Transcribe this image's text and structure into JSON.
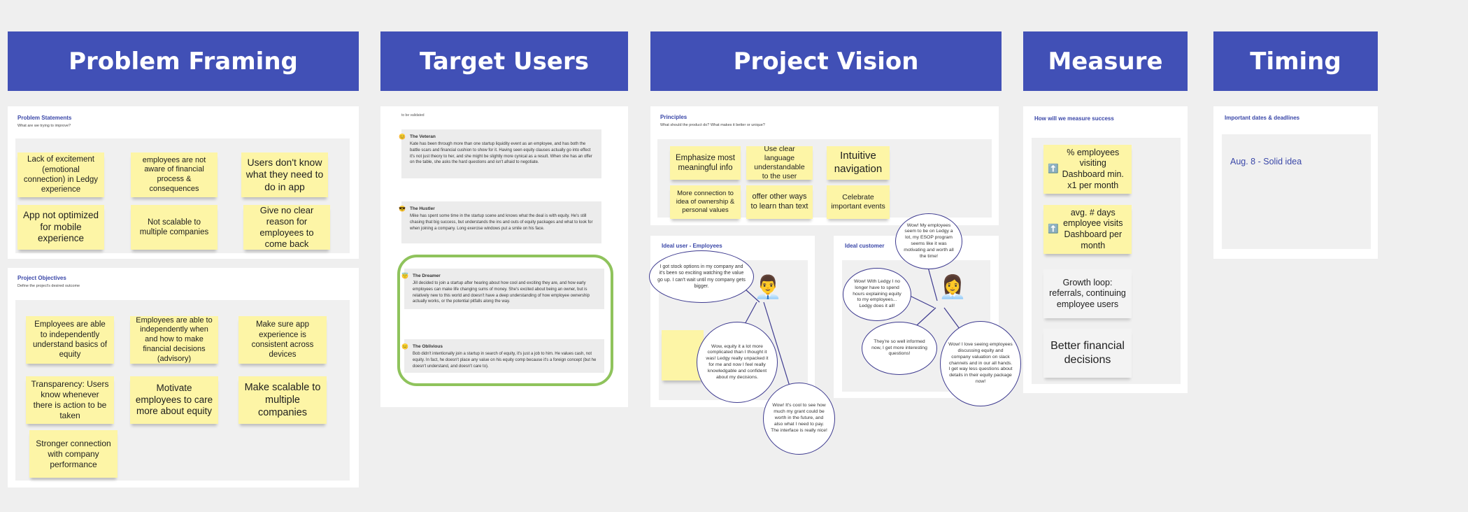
{
  "headers": {
    "problem_framing": "Problem Framing",
    "target_users": "Target Users",
    "project_vision": "Project Vision",
    "measure": "Measure",
    "timing": "Timing"
  },
  "problem_statements": {
    "title": "Problem Statements",
    "subtitle": "What are we trying to improve?",
    "notes": [
      "Lack of excitement (emotional connection) in Ledgy experience",
      "employees are not aware of financial process & consequences",
      "Users don't know what they need to do in app",
      "App not optimized for mobile experience",
      "Not scalable to multiple companies",
      "Give no clear reason for employees to come back"
    ]
  },
  "project_objectives": {
    "title": "Project Objectives",
    "subtitle": "Define the project's desired outcome",
    "notes": [
      "Employees are able to independently understand basics of equity",
      "Employees are able to independently when and how to make financial decisions (advisory)",
      "Make sure app experience is consistent across devices",
      "Transparency: Users know whenever there is action to be taken",
      "Motivate employees to care more about equity",
      "Make scalable to multiple companies",
      "Stronger connection with company performance"
    ]
  },
  "target_users": {
    "caption": "to be validated",
    "personas": [
      {
        "emoji": "😊",
        "name": "The Veteran",
        "text": "Kate has been through more than one startup liquidity event as an employee, and has both the battle scars and financial cushion to show for it. Having seen equity clauses actually go into effect it's not just theory to her, and she might be slightly more cynical as a result. When she has an offer on the table, she asks the hard questions and isn't afraid to negotiate."
      },
      {
        "emoji": "😎",
        "name": "The Hustler",
        "text": "Mike has spent some time in the startup scene and knows what the deal is with equity. He's still chasing that big success, but understands the ins and outs of equity packages and what to look for when joining a company. Long exercise windows put a smile on his face."
      },
      {
        "emoji": "😇",
        "name": "The Dreamer",
        "text": "Jill decided to join a startup after hearing about how cool and exciting they are, and how early employees can make life changing sums of money. She's excited about being an owner, but is relatively new to this world and doesn't have a deep understanding of how employee ownership actually works, or the potential pitfalls along the way."
      },
      {
        "emoji": "😐",
        "name": "The Oblivious",
        "text": "Bob didn't intentionally join a startup in search of equity, it's just a job to him. He values cash, not equity. In fact, he doesn't place any value on his equity comp because it's a foreign concept (but he doesn't understand, and doesn't care to)."
      }
    ]
  },
  "principles": {
    "title": "Principles",
    "subtitle": "What should the product do? What makes it better or unique?",
    "notes": [
      "Emphasize most meaningful info",
      "Use clear language understandable to the user",
      "Intuitive navigation",
      "More connection to idea of ownership & personal values",
      "offer other ways to learn than text",
      "Celebrate important events"
    ]
  },
  "ideal_user": {
    "title": "Ideal user - Employees",
    "avatar_icon": "man-avatar-emoji",
    "avatar": "👨‍💼",
    "bubbles": [
      "I got stock options in my company and it's been so exciting watching the value go up. I can't wait until my company gets bigger.",
      "Wow, equity it a lot more complicated than I thought it was! Ledgy really unpacked it for me and now I feel really knowledgable and confident about my decisions.",
      "Wow! It's cool to see how much my grant could be worth in the future, and also what I need to pay. The interface is really nice!"
    ]
  },
  "ideal_customer": {
    "title": "Ideal customer",
    "avatar_icon": "woman-avatar-emoji",
    "avatar": "👩‍💼",
    "bubbles": [
      "Wow! My employees seem to be on Ledgy a lot, my ESOP program seems like it was motivating and worth all the time!",
      "Wow! With Ledgy I no longer have to spend hours explaining equity to my employees... Ledgy does it all!",
      "They're so well informed now, I get more interesting questions!",
      "Wow! I love seeing employees discussing equity and company valuation on slack channels and in our all hands. I get way less questions about details in their equity package now!"
    ]
  },
  "measure": {
    "title": "How will we measure success",
    "notes": [
      {
        "icon": "⬆️",
        "text": "% employees visiting Dashboard min. x1 per month"
      },
      {
        "icon": "⬆️",
        "text": "avg. # days employee visits Dashboard per month"
      }
    ],
    "white_notes": [
      "Growth loop: referrals, continuing employee users",
      "Better financial decisions"
    ]
  },
  "timing": {
    "title": "Important dates & deadlines",
    "entry": "Aug. 8 - Solid idea"
  },
  "colors": {
    "header": "#4150b6",
    "sticky": "#fdf5a6",
    "highlight_ring": "#8fc35c",
    "bubble_border": "#3d3a8f"
  }
}
